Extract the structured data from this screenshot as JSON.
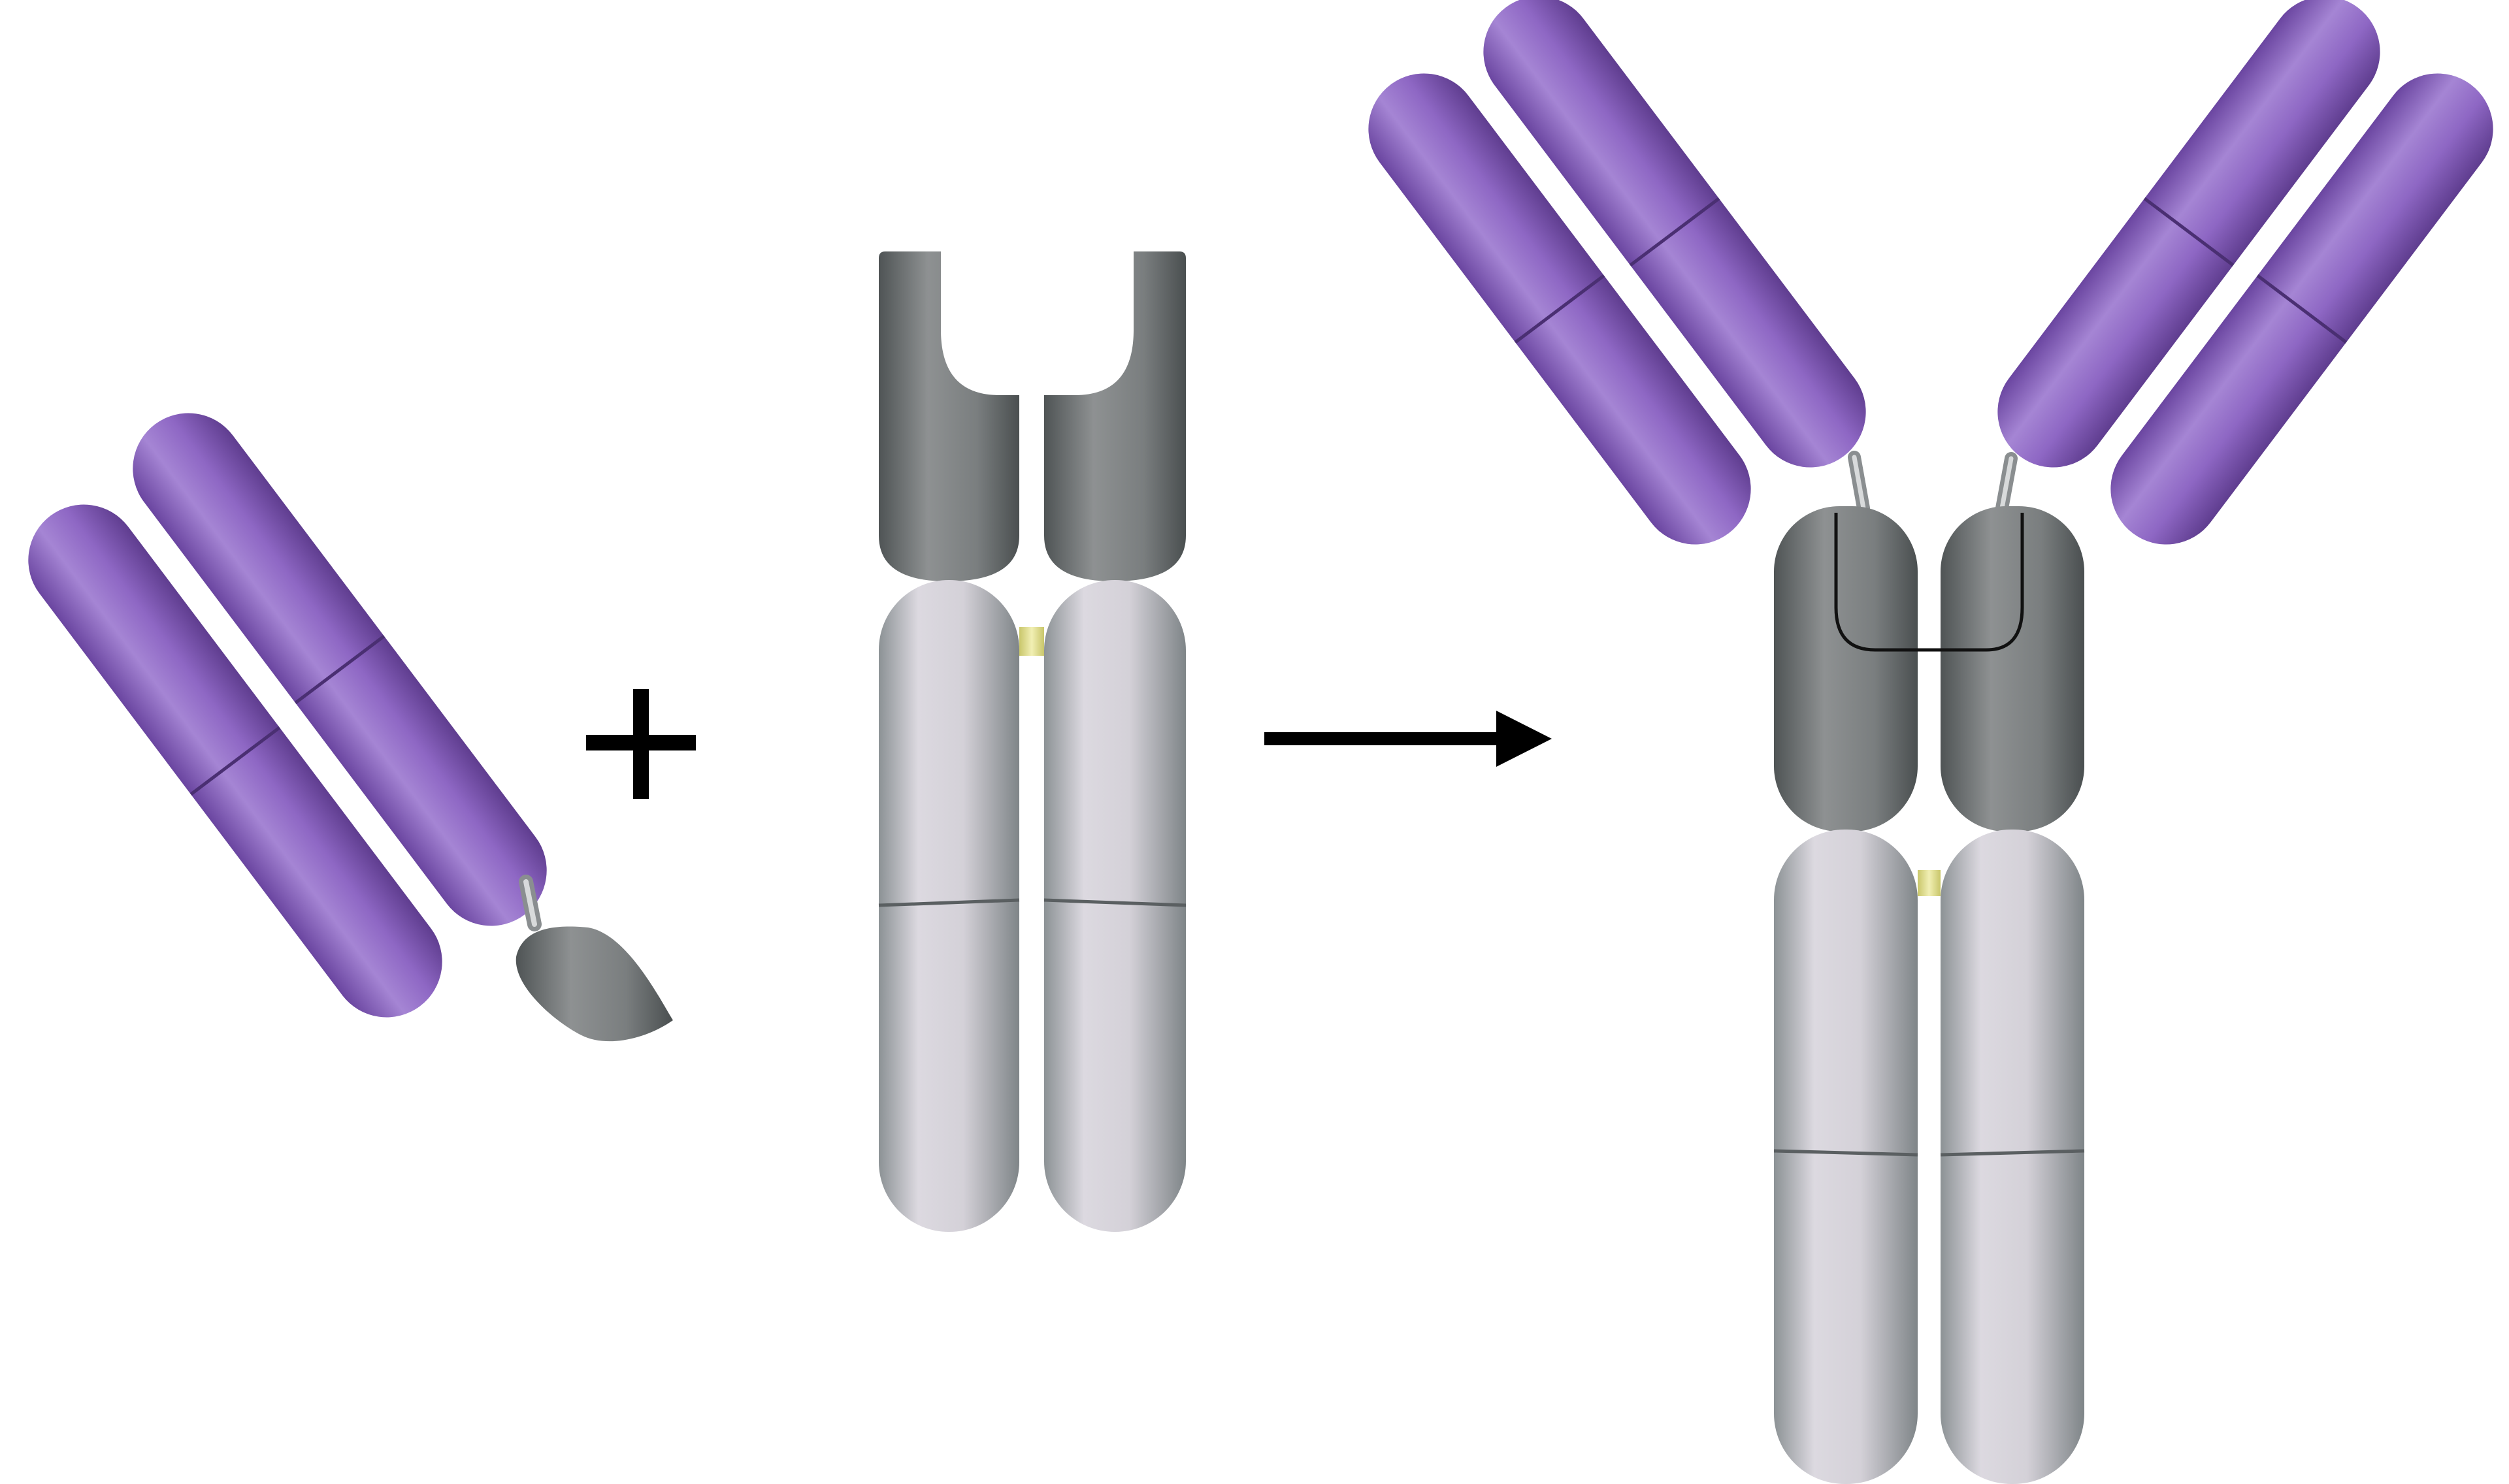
{
  "diagram": {
    "operator_symbol": "plus",
    "transition_symbol": "arrow-right",
    "colors": {
      "background": "#ffffff",
      "fab_purple": "#8b62c1",
      "fab_purple_light": "#a585d4",
      "fab_purple_dark": "#5f3d8f",
      "domain_dark_grey": "#6b6f70",
      "domain_mid_grey": "#8e9192",
      "fc_light_grey": "#d6d3da",
      "fc_shadow_grey": "#8c9295",
      "linker_grey": "#a9adae",
      "hinge_yellow": "#e8e59a",
      "arrow_black": "#000000"
    },
    "components": [
      {
        "name": "fab-fragment",
        "description_visible": false
      },
      {
        "name": "fc-scaffold",
        "description_visible": false
      },
      {
        "name": "assembled-antibody",
        "description_visible": false
      }
    ]
  }
}
